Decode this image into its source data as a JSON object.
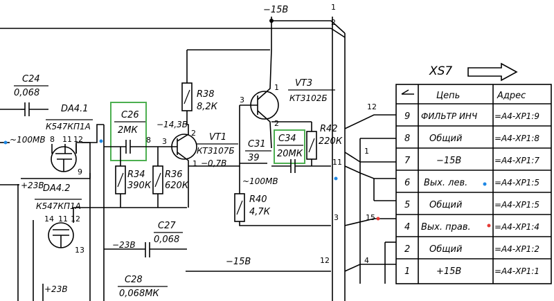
{
  "connector": {
    "title": "XS7"
  },
  "table": {
    "headers": [
      "Цепь",
      "Адрес"
    ],
    "rows": [
      {
        "num": "9",
        "circuit": "ФИЛЬТР ИНЧ",
        "address": "=А4-XP1:9"
      },
      {
        "num": "8",
        "circuit": "Общий",
        "address": "=А4-XP1:8"
      },
      {
        "num": "7",
        "circuit": "−15В",
        "address": "=А4-XP1:7"
      },
      {
        "num": "6",
        "circuit": "Вых. лев.",
        "address": "=А4-XP1:5"
      },
      {
        "num": "5",
        "circuit": "Общий",
        "address": "=А4-XP1:5"
      },
      {
        "num": "4",
        "circuit": "Вых. прав.",
        "address": "=А4-XP1:4"
      },
      {
        "num": "2",
        "circuit": "Общий",
        "address": "=А4-XP1:2"
      },
      {
        "num": "1",
        "circuit": "+15В",
        "address": "=А4-XP1:1"
      }
    ]
  },
  "components": {
    "c24": {
      "name": "C24",
      "value": "0,068"
    },
    "da41": {
      "name": "DA4.1",
      "type": "К547КП1А"
    },
    "da42": {
      "name": "DA4.2",
      "type": "К547КП1А"
    },
    "c26": {
      "name": "C26",
      "value": "2МК"
    },
    "r34": {
      "name": "R34",
      "value": "390К"
    },
    "r36": {
      "name": "R36",
      "value": "620К"
    },
    "r38": {
      "name": "R38",
      "value": "8,2К"
    },
    "vt1": {
      "name": "VT1",
      "type": "КТ3107Б"
    },
    "vt3": {
      "name": "VT3",
      "type": "КТ3102Б"
    },
    "c31": {
      "name": "C31",
      "value": "39"
    },
    "c34": {
      "name": "C34",
      "value": "20МК"
    },
    "r42": {
      "name": "R42",
      "value": "220К"
    },
    "r40": {
      "name": "R40",
      "value": "4,7К"
    },
    "c27": {
      "name": "C27",
      "value": "0,068"
    },
    "c28": {
      "name": "C28",
      "value": "0,068МК"
    }
  },
  "voltages": {
    "top_neg15": "−15В",
    "minus14_3": "−14,3В",
    "minus0_7": "−0,7В",
    "minus100mv_1": "~100МВ",
    "minus100mv_2": "~100МВ",
    "plus23_a": "+23В",
    "minus23": "−23В",
    "plus23_b": "+23В",
    "neg15_bottom": "−15В"
  },
  "pins": {
    "da41_pins": [
      "8",
      "11",
      "12",
      "9"
    ],
    "da42_pins": [
      "14",
      "11",
      "12",
      "13"
    ],
    "vt1_pins": [
      "2",
      "3",
      "1"
    ],
    "vt3_pins": [
      "3",
      "1",
      "2"
    ],
    "c26_plus": "8",
    "wire_nums": [
      "1",
      "2",
      "12",
      "1",
      "11",
      "3",
      "15",
      "12",
      "4"
    ]
  },
  "highlight_colors": {
    "box": "#4caf50",
    "dot_blue": "#1e88e5",
    "dot_red": "#e53935"
  }
}
